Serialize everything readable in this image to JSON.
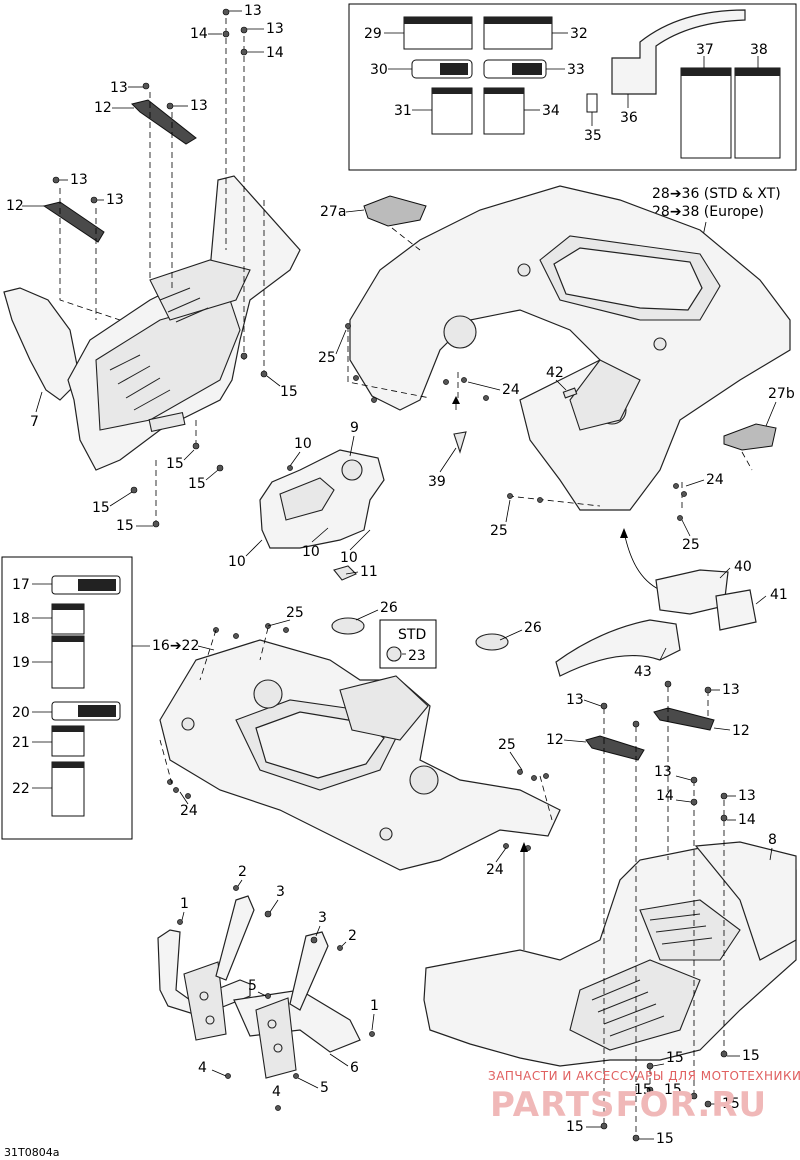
{
  "diagram_code": "31T0804a",
  "watermark": {
    "line1": "ЗАПЧАСТИ И АКСЕССУАРЫ ДЛЯ МОТОТЕХНИКИ",
    "line2": "PARTSFOR.RU"
  },
  "top_box": {
    "range_std_xt": "28➔36 (STD & XT)",
    "range_europe": "28➔38 (Europe)",
    "labels": [
      "29",
      "30",
      "31",
      "32",
      "33",
      "34",
      "35",
      "36",
      "37",
      "38"
    ]
  },
  "left_box": {
    "range": "16➔22",
    "labels": [
      "17",
      "18",
      "19",
      "20",
      "21",
      "22"
    ]
  },
  "std_box": {
    "title": "STD",
    "label": "23"
  },
  "callouts": {
    "n1": "1",
    "n2": "2",
    "n3": "3",
    "n4": "4",
    "n5": "5",
    "n6": "6",
    "n7": "7",
    "n8": "8",
    "n9": "9",
    "n10": "10",
    "n11": "11",
    "n12": "12",
    "n13": "13",
    "n14": "14",
    "n15": "15",
    "n24": "24",
    "n25": "25",
    "n26": "26",
    "n27a": "27a",
    "n27b": "27b",
    "n39": "39",
    "n40": "40",
    "n41": "41",
    "n42": "42",
    "n43": "43"
  }
}
